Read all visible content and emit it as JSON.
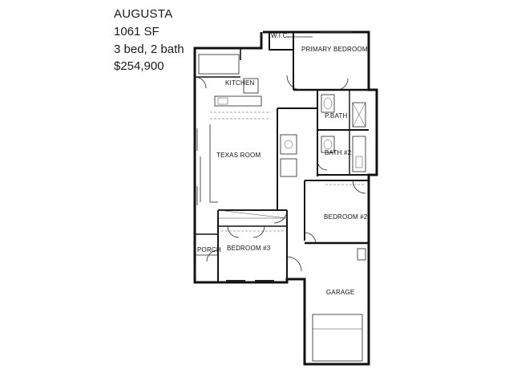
{
  "listing": {
    "plan_name": "AUGUSTA",
    "square_feet": "1061 SF",
    "beds_baths": "3 bed, 2 bath",
    "price": "$254,900"
  },
  "rooms": {
    "wic": "W.I.C.",
    "primary_bedroom": "PRIMARY BEDROOM",
    "kitchen": "KITCHEN",
    "p_bath": "P.BATH",
    "texas_room": "TEXAS ROOM",
    "bath_2": "BATH #2",
    "bedroom_2": "BEDROOM #2",
    "porch": "PORCH",
    "bedroom_3": "BEDROOM #3",
    "garage": "GARAGE"
  },
  "colors": {
    "line": "#111111",
    "text": "#1a1a1a",
    "background": "#ffffff"
  }
}
